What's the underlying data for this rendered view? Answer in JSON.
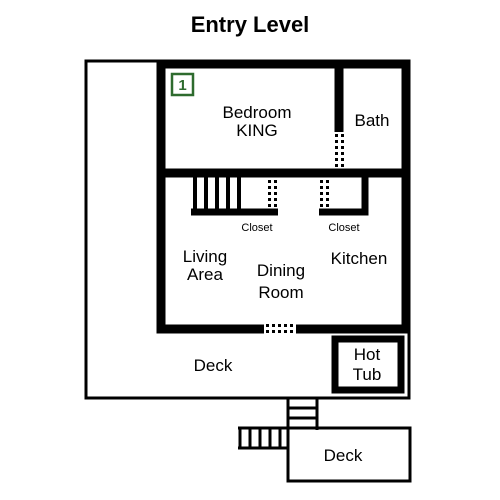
{
  "title": "Entry Level",
  "badge": "1",
  "colors": {
    "wall": "#000000",
    "badge": "#2e6b2e",
    "background": "#ffffff"
  },
  "rooms": {
    "bedroom_line1": "Bedroom",
    "bedroom_line2": "KING",
    "bath": "Bath",
    "closet_left": "Closet",
    "closet_right": "Closet",
    "living_line1": "Living",
    "living_line2": "Area",
    "dining_line1": "Dining",
    "dining_line2": "Room",
    "kitchen": "Kitchen",
    "deck_upper": "Deck",
    "hottub_line1": "Hot",
    "hottub_line2": "Tub",
    "deck_lower": "Deck"
  }
}
